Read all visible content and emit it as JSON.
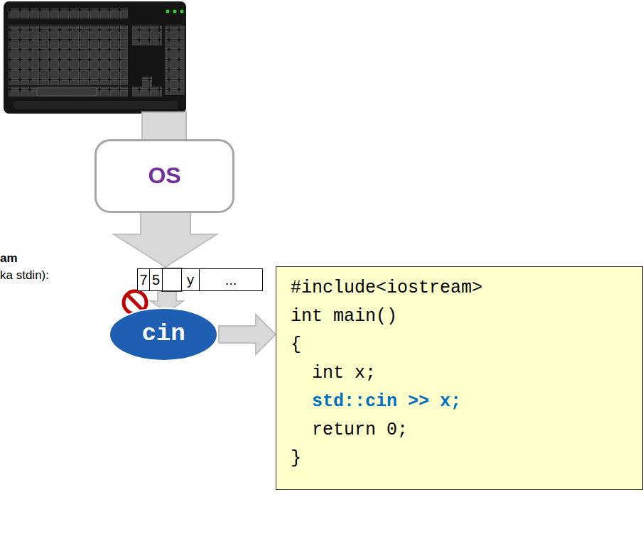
{
  "diagram": {
    "nodes": [
      {
        "text": [
          "OS"
        ]
      },
      {
        "text": [
          "7"
        ]
      },
      {
        "text": [
          "5"
        ]
      },
      {
        "text": [
          "y"
        ]
      },
      {
        "text": [
          "..."
        ]
      },
      {
        "text": [
          "cin"
        ]
      },
      {
        "text": [
          "#include<iostream>",
          "int main()",
          "{",
          "  int x;",
          "  std::cin >> x;",
          "  return 0;",
          "}"
        ]
      }
    ],
    "edges": [
      {
        "from": 5,
        "to": 6,
        "arrow": "to"
      }
    ],
    "labels": [
      "am",
      "ka stdin):"
    ]
  }
}
